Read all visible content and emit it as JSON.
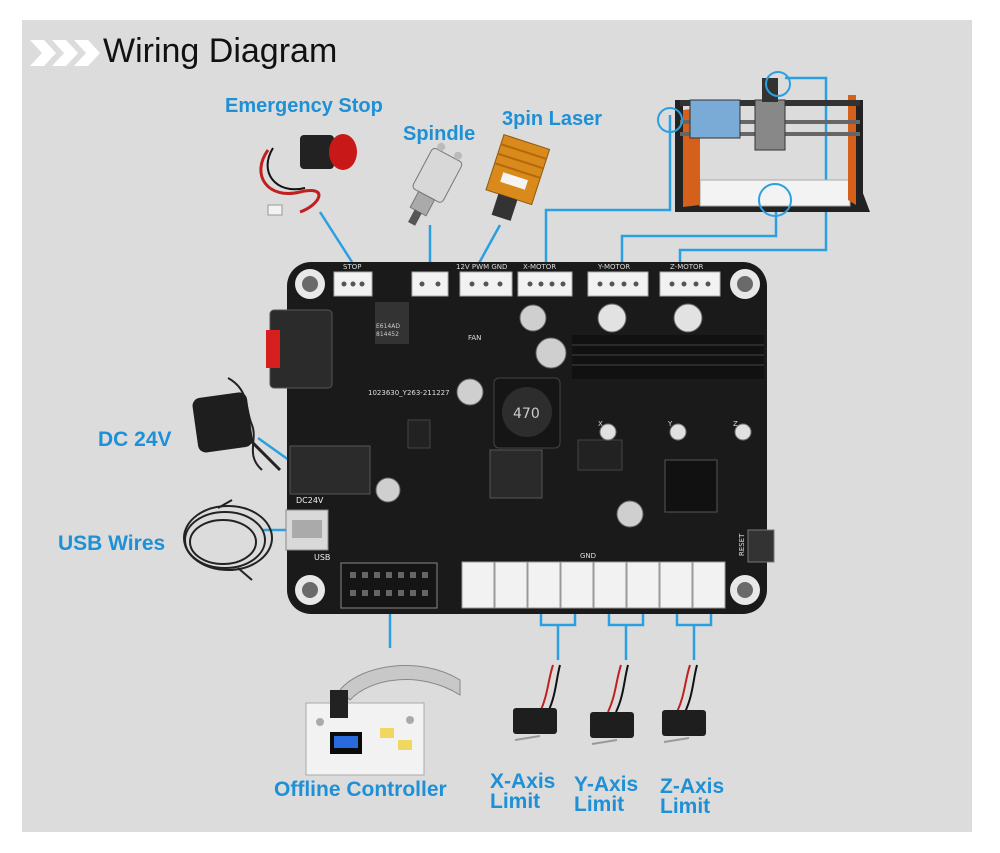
{
  "header": {
    "title": "Wiring Diagram"
  },
  "components": {
    "emergency_stop": "Emergency Stop",
    "spindle": "Spindle",
    "laser": "3pin Laser",
    "dc": "DC 24V",
    "usb": "USB Wires",
    "offline": "Offline Controller",
    "x_limit_1": "X-Axis",
    "x_limit_2": "Limit",
    "y_limit_1": "Y-Axis",
    "y_limit_2": "Limit",
    "z_limit_1": "Z-Axis",
    "z_limit_2": "Limit"
  },
  "board": {
    "stop": "STOP",
    "laser_pins": "12V PWM GND",
    "x_motor": "X-MOTOR",
    "y_motor": "Y-MOTOR",
    "z_motor": "Z-MOTOR",
    "fan": "FAN",
    "model": "1023630_Y263-211227",
    "inductor": "470",
    "dc_label": "DC24V",
    "usb_label": "USB",
    "gnd": "GND",
    "reset": "RESET",
    "chip1": "E614AD",
    "chip2": "814452",
    "x": "X",
    "y": "Y",
    "z": "Z"
  },
  "colors": {
    "label": "#1e90d6",
    "panel": "#dcdcdc",
    "wire": "#2aa0e0",
    "board": "#1a1a1a"
  }
}
